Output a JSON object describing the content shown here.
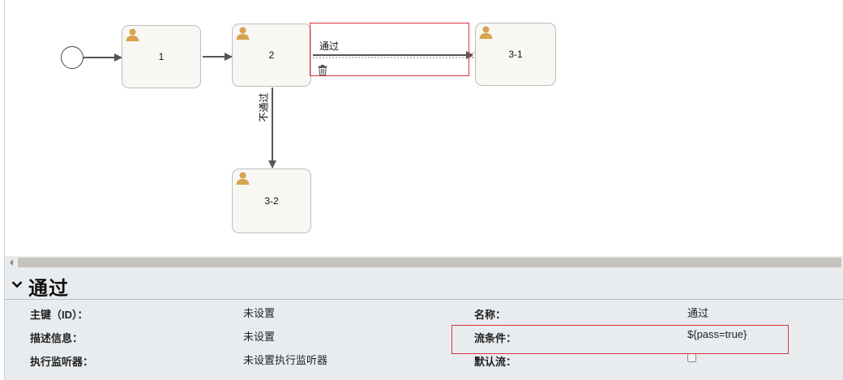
{
  "diagram": {
    "tasks": [
      {
        "id": "task-1",
        "label": "1"
      },
      {
        "id": "task-2",
        "label": "2"
      },
      {
        "id": "task-3-1",
        "label": "3-1"
      },
      {
        "id": "task-3-2",
        "label": "3-2"
      }
    ],
    "flows": {
      "pass_label": "通过",
      "reject_label": "不通过"
    },
    "icons": {
      "task": "user-icon",
      "delete": "trash-icon"
    }
  },
  "panel": {
    "title": "通过",
    "fields": {
      "id_label": "主键（ID）：",
      "id_value": "未设置",
      "name_label": "名称：",
      "name_value": "通过",
      "desc_label": "描述信息：",
      "desc_value": "未设置",
      "condition_label": "流条件：",
      "condition_value": "${pass=true}",
      "listener_label": "执行监听器：",
      "listener_value": "未设置执行监听器",
      "default_label": "默认流：",
      "default_checked": false
    }
  },
  "colors": {
    "highlight": "#d9343a",
    "user_icon": "#d7a24f",
    "panel_bg": "#e9ecef"
  }
}
